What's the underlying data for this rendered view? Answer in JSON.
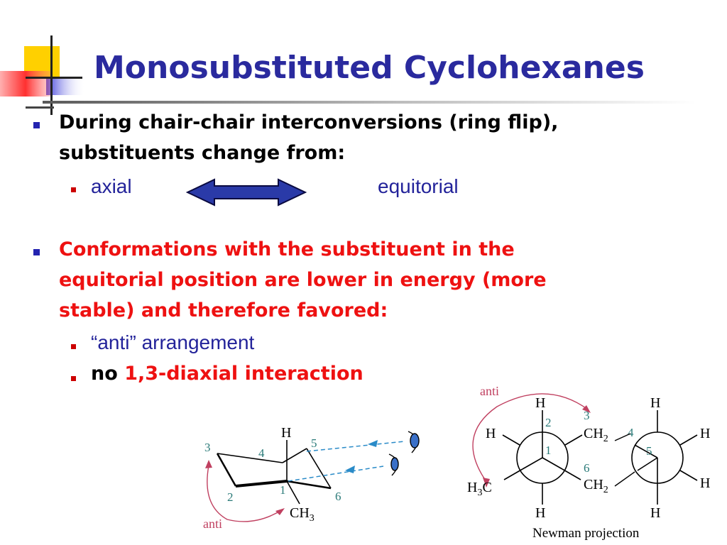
{
  "slide": {
    "title": "Monosubstituted Cyclohexanes",
    "bullet1": {
      "line1": "During chair-chair interconversions (ring flip),",
      "line2": "substituents change from:",
      "sub": {
        "left": "axial",
        "right": "equitorial"
      }
    },
    "bullet2": {
      "line1": "Conformations with the substituent in the",
      "line2": "equitorial position are lower in energy (more",
      "line3": "stable) and therefore favored:",
      "sub1": "“anti” arrangement",
      "sub2_plain": "no",
      "sub2_red": "1,3-diaxial interaction"
    }
  },
  "chair_figure": {
    "positions": [
      "1",
      "2",
      "3",
      "4",
      "5",
      "6"
    ],
    "H": "H",
    "CH3": "CH3",
    "anti": "anti"
  },
  "newman_figure": {
    "anti": "anti",
    "left": {
      "top": "H",
      "upper_left": "H",
      "upper_right": "CH2",
      "lower_left": "H3C",
      "lower_right": "CH2",
      "bottom": "H",
      "center": "1",
      "num_top": "2",
      "num_upper_right": "3",
      "num_lower_right": "6"
    },
    "right": {
      "top": "H",
      "upper_right": "H",
      "lower_right": "H",
      "bottom": "H",
      "center": "5",
      "num_left": "4"
    },
    "caption": "Newman projection"
  },
  "colors": {
    "title": "#2a2a9e",
    "red": "#ee1111",
    "blue_text": "#23239a",
    "arrow": "#2a3aa8",
    "number_teal": "#2a7a78",
    "anti_red": "#c04060"
  }
}
